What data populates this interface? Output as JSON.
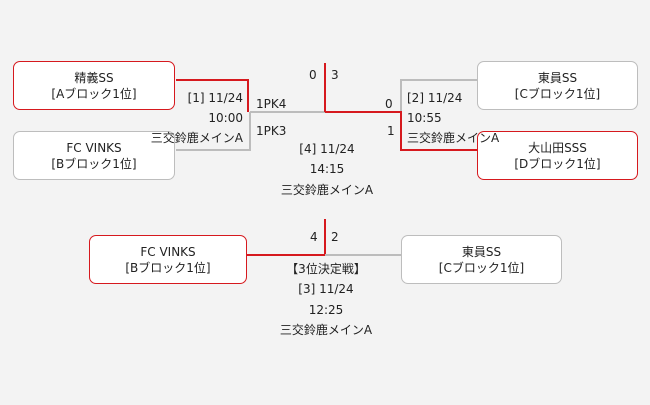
{
  "teams": {
    "seigi": {
      "name": "精義SS",
      "seed": "[Aブロック1位]"
    },
    "fcvinks": {
      "name": "FC VINKS",
      "seed": "[Bブロック1位]"
    },
    "higashiin": {
      "name": "東員SS",
      "seed": "[Cブロック1位]"
    },
    "oyamada": {
      "name": "大山田SSS",
      "seed": "[Dブロック1位]"
    },
    "fcvinks_3rd": {
      "name": "FC VINKS",
      "seed": "[Bブロック1位]"
    },
    "higashiin_3rd": {
      "name": "東員SS",
      "seed": "[Cブロック1位]"
    }
  },
  "match1": {
    "no_date": "[1] 11/24",
    "time": "10:00",
    "venue": "三交鈴鹿メインA",
    "pk_top": "1PK4",
    "pk_bottom": "1PK3"
  },
  "match2": {
    "no_date": "[2] 11/24",
    "time": "10:55",
    "venue": "三交鈴鹿メインA",
    "score_top": "0",
    "score_bottom": "1"
  },
  "final": {
    "score_left": "0",
    "score_right": "3",
    "no_date": "[4] 11/24",
    "time": "14:15",
    "venue": "三交鈴鹿メインA"
  },
  "third": {
    "score_left": "4",
    "score_right": "2",
    "title": "【3位決定戦】",
    "no_date": "[3] 11/24",
    "time": "12:25",
    "venue": "三交鈴鹿メインA"
  },
  "colors": {
    "winner_line": "#d6191e",
    "loser_line": "#bcbcbc",
    "winner_border": "#d6191e",
    "box_border": "#bdbdbd",
    "background": "#f3f3f3"
  }
}
